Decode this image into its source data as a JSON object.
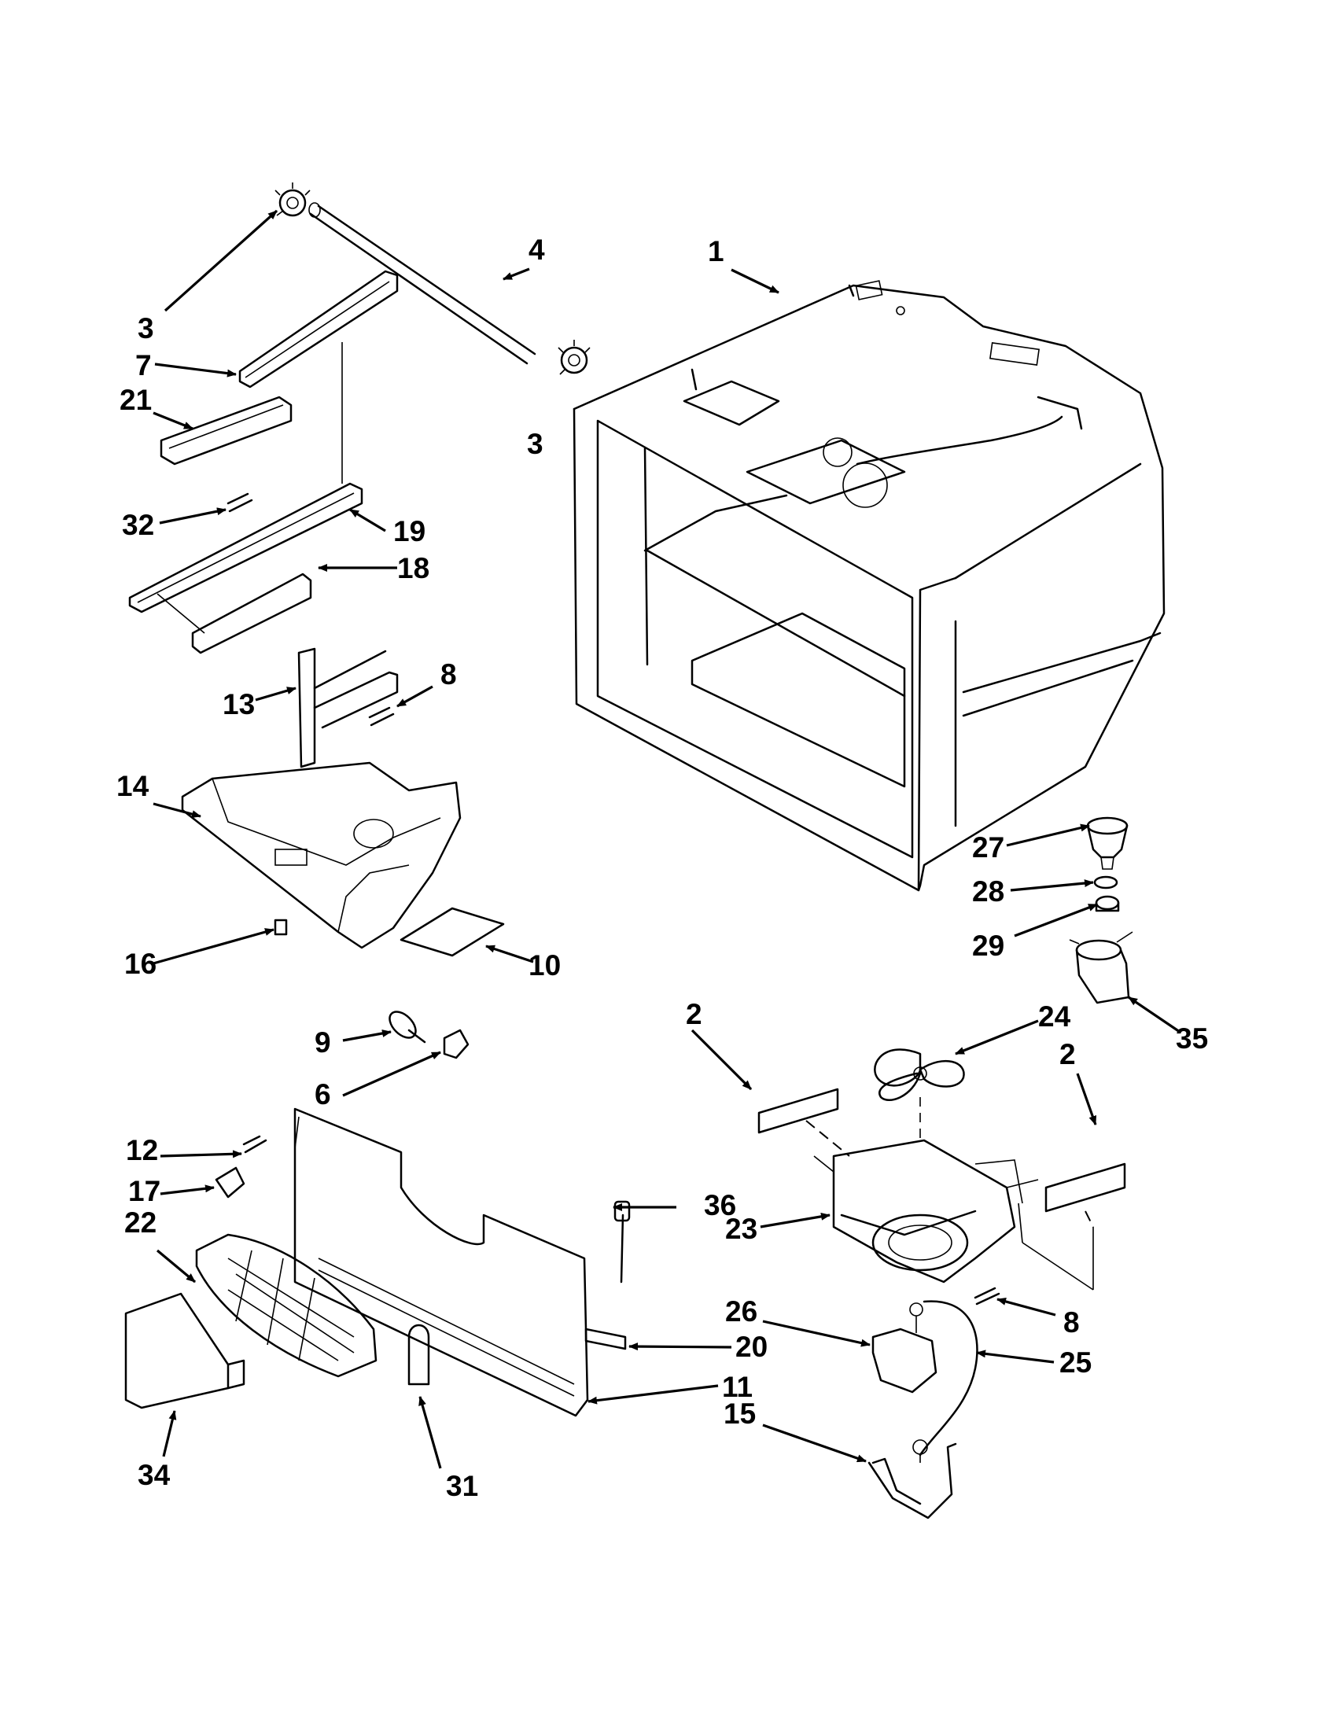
{
  "diagram": {
    "labels": [
      "1",
      "2",
      "2",
      "3",
      "3",
      "4",
      "6",
      "7",
      "8",
      "8",
      "9",
      "10",
      "11",
      "12",
      "13",
      "14",
      "15",
      "16",
      "17",
      "18",
      "19",
      "20",
      "21",
      "22",
      "23",
      "24",
      "25",
      "26",
      "27",
      "28",
      "29",
      "31",
      "32",
      "34",
      "35",
      "36"
    ]
  }
}
